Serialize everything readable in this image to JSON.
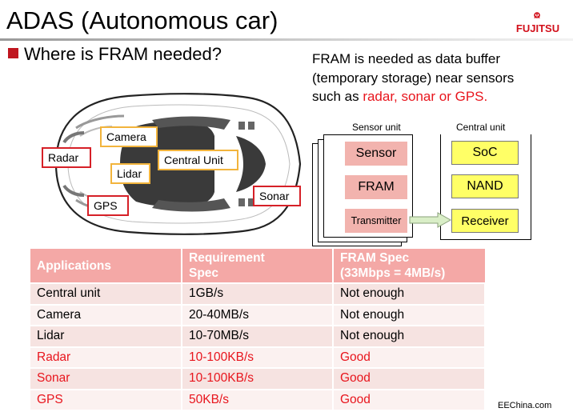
{
  "slide": {
    "title": "ADAS (Autonomous car)",
    "logo_text": "FUJITSU",
    "bullet": "Where is FRAM needed?",
    "note": {
      "line1": "FRAM is needed as data buffer",
      "line2": "(temporary storage) near sensors",
      "line3_prefix": "such as ",
      "line3_highlight": "radar, sonar or GPS."
    },
    "callouts": {
      "camera": "Camera",
      "radar": "Radar",
      "lidar": "Lidar",
      "central": "Central Unit",
      "gps": "GPS",
      "sonar": "Sonar"
    },
    "diagram": {
      "sensor_unit_label": "Sensor unit",
      "central_unit_label": "Central unit",
      "sensor": "Sensor",
      "fram": "FRAM",
      "transmitter": "Transmitter",
      "soc": "SoC",
      "nand": "NAND",
      "receiver": "Receiver"
    },
    "table": {
      "headers": [
        [
          "Applications",
          ""
        ],
        [
          "Requirement",
          "Spec"
        ],
        [
          "FRAM Spec",
          "(33Mbps = 4MB/s)"
        ]
      ],
      "rows": [
        [
          "Central unit",
          "1GB/s",
          "Not enough"
        ],
        [
          "Camera",
          "20-40MB/s",
          "Not enough"
        ],
        [
          "Lidar",
          "10-70MB/s",
          "Not enough"
        ],
        [
          "Radar",
          "10-100KB/s",
          "Good"
        ],
        [
          "Sonar",
          "10-100KB/s",
          "Good"
        ],
        [
          "GPS",
          "50KB/s",
          "Good"
        ]
      ]
    },
    "watermark": "EEChina.com",
    "colors": {
      "accent_red": "#e8151d",
      "bullet_red": "#c0161f",
      "table_header": "#f4a8a6",
      "sensor_box": "#f2b3ae",
      "central_box": "#ffff66",
      "logo_red": "#d20f1a"
    }
  }
}
